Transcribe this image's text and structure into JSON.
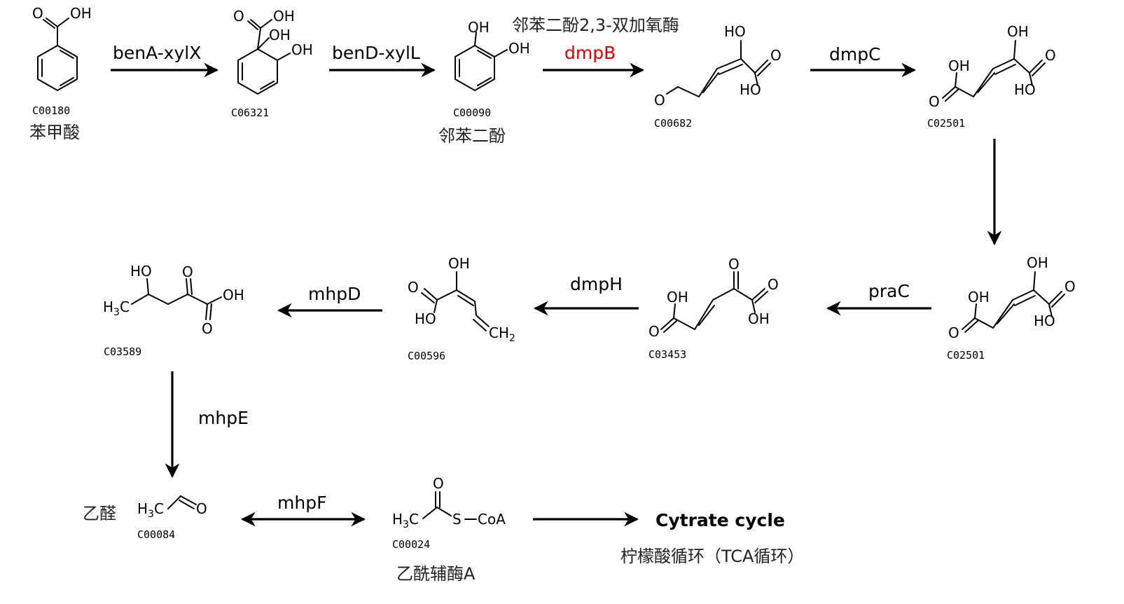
{
  "colors": {
    "highlight": "#e00000",
    "ink": "#000000"
  },
  "compounds": {
    "benzoate": {
      "code": "C00180",
      "name": "苯甲酸",
      "atoms": [
        "O",
        "OH"
      ]
    },
    "diol": {
      "code": "C06321",
      "atoms": [
        "O",
        "OH",
        "OH",
        "OH"
      ]
    },
    "catechol": {
      "code": "C00090",
      "name": "邻苯二酚",
      "atoms": [
        "OH",
        "OH"
      ]
    },
    "semialdehyde": {
      "code": "C00682",
      "atoms": [
        "HO",
        "O",
        "HO",
        "O"
      ]
    },
    "muconate_a": {
      "code": "C02501",
      "atoms": [
        "OH",
        "OH",
        "O",
        "HO",
        "O"
      ]
    },
    "muconate_b": {
      "code": "C02501",
      "atoms": [
        "OH",
        "OH",
        "O",
        "HO",
        "O"
      ]
    },
    "oxohexenedioate": {
      "code": "C03453",
      "atoms": [
        "O",
        "OH",
        "O",
        "O",
        "OH"
      ]
    },
    "pentadienoate": {
      "code": "C00596",
      "atoms": [
        "OH",
        "O",
        "HO",
        "CH",
        "2"
      ]
    },
    "hydroxyoxo": {
      "code": "C03589",
      "atoms": [
        "HO",
        "O",
        "OH",
        "H",
        "3",
        "C",
        "O"
      ]
    },
    "acetaldehyde": {
      "code": "C00084",
      "name": "乙醛",
      "atoms": [
        "H",
        "3",
        "C",
        "O"
      ]
    },
    "acetylcoa": {
      "code": "C00024",
      "name": "乙酰辅酶A",
      "atoms": [
        "O",
        "H",
        "3",
        "C",
        "S",
        "CoA"
      ]
    }
  },
  "enzymes": {
    "e1": "benA-xylX",
    "e2": "benD-xylL",
    "e3": "dmpB",
    "e3_note": "邻苯二酚2,3-双加氧酶",
    "e4": "dmpC",
    "e5": "praC",
    "e6": "dmpH",
    "e7": "mhpD",
    "e8": "mhpE",
    "e9": "mhpF"
  },
  "cycle": {
    "title": "Cytrate cycle",
    "subtitle": "柠檬酸循环（TCA循环）"
  }
}
